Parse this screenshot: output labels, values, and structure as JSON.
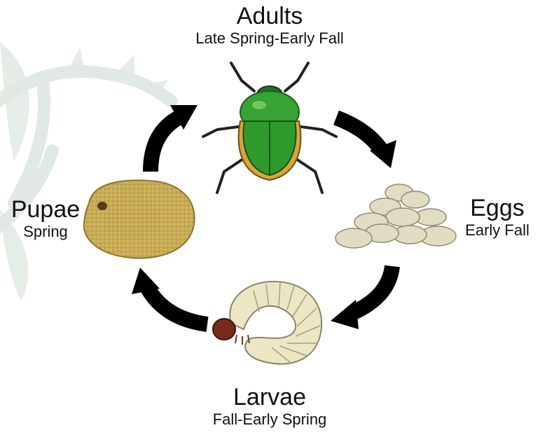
{
  "diagram": {
    "stages": {
      "adults": {
        "name": "Adults",
        "season": "Late Spring-Early Fall"
      },
      "eggs": {
        "name": "Eggs",
        "season": "Early Fall"
      },
      "larvae": {
        "name": "Larvae",
        "season": "Fall-Early Spring"
      },
      "pupae": {
        "name": "Pupae",
        "season": "Spring"
      }
    },
    "colors": {
      "arrow": "#000000",
      "beetle_green": "#2f9a2c",
      "beetle_edge": "#d9a43a",
      "egg": "#e2dcc2",
      "larva": "#ece6c4",
      "pupal_cell": "#c9ac55",
      "background_plant": "#dbe5de"
    }
  }
}
